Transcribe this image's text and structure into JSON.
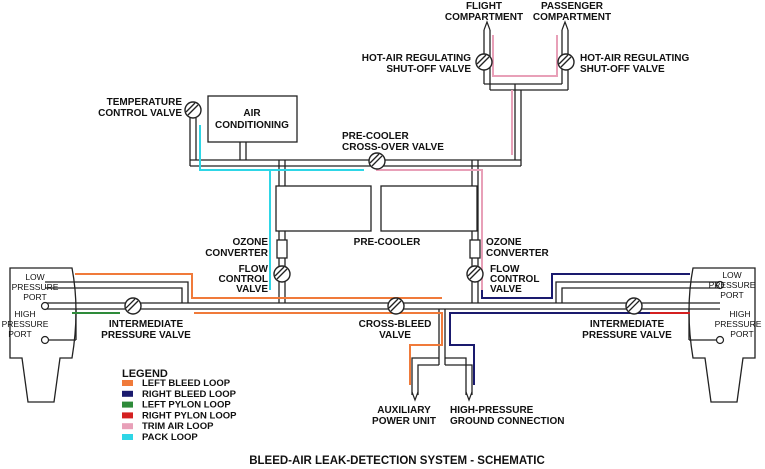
{
  "title": "BLEED-AIR LEAK-DETECTION SYSTEM - SCHEMATIC",
  "labels": {
    "flight_compartment_1": "FLIGHT",
    "flight_compartment_2": "COMPARTMENT",
    "passenger_compartment_1": "PASSENGER",
    "passenger_compartment_2": "COMPARTMENT",
    "hot_air_left_1": "HOT-AIR REGULATING",
    "hot_air_left_2": "SHUT-OFF VALVE",
    "hot_air_right_1": "HOT-AIR REGULATING",
    "hot_air_right_2": "SHUT-OFF VALVE",
    "temp_valve_1": "TEMPERATURE",
    "temp_valve_2": "CONTROL VALVE",
    "air_cond_1": "AIR",
    "air_cond_2": "CONDITIONING",
    "pre_cooler_cross_1": "PRE-COOLER",
    "pre_cooler_cross_2": "CROSS-OVER VALVE",
    "pre_cooler": "PRE-COOLER",
    "ozone_left_1": "OZONE",
    "ozone_left_2": "CONVERTER",
    "ozone_right_1": "OZONE",
    "ozone_right_2": "CONVERTER",
    "flow_left_1": "FLOW",
    "flow_left_2": "CONTROL",
    "flow_left_3": "VALVE",
    "flow_right_1": "FLOW",
    "flow_right_2": "CONTROL",
    "flow_right_3": "VALVE",
    "low_left_1": "LOW",
    "low_left_2": "PRESSURE",
    "low_left_3": "PORT",
    "high_left_1": "HIGH",
    "high_left_2": "PRESSURE",
    "high_left_3": "PORT",
    "low_right_1": "LOW",
    "low_right_2": "PRESSURE",
    "low_right_3": "PORT",
    "high_right_1": "HIGH",
    "high_right_2": "PRESSURE",
    "high_right_3": "PORT",
    "ipv_left_1": "INTERMEDIATE",
    "ipv_left_2": "PRESSURE VALVE",
    "ipv_right_1": "INTERMEDIATE",
    "ipv_right_2": "PRESSURE VALVE",
    "cross_bleed_1": "CROSS-BLEED",
    "cross_bleed_2": "VALVE",
    "apu_1": "AUXILIARY",
    "apu_2": "POWER UNIT",
    "hpgc_1": "HIGH-PRESSURE",
    "hpgc_2": "GROUND CONNECTION"
  },
  "legend": {
    "title": "LEGEND",
    "items": [
      {
        "label": "LEFT BLEED LOOP",
        "color": "#f07a3a"
      },
      {
        "label": "RIGHT BLEED LOOP",
        "color": "#1a1a6e"
      },
      {
        "label": "LEFT PYLON LOOP",
        "color": "#2e8b3a"
      },
      {
        "label": "RIGHT PYLON LOOP",
        "color": "#d42020"
      },
      {
        "label": "TRIM AIR LOOP",
        "color": "#e8a0b8"
      },
      {
        "label": "PACK LOOP",
        "color": "#2ed6e6"
      }
    ]
  },
  "colors": {
    "left_bleed": "#f07a3a",
    "right_bleed": "#1a1a6e",
    "left_pylon": "#2e8b3a",
    "right_pylon": "#d42020",
    "trim_air": "#e8a0b8",
    "pack": "#2ed6e6"
  }
}
